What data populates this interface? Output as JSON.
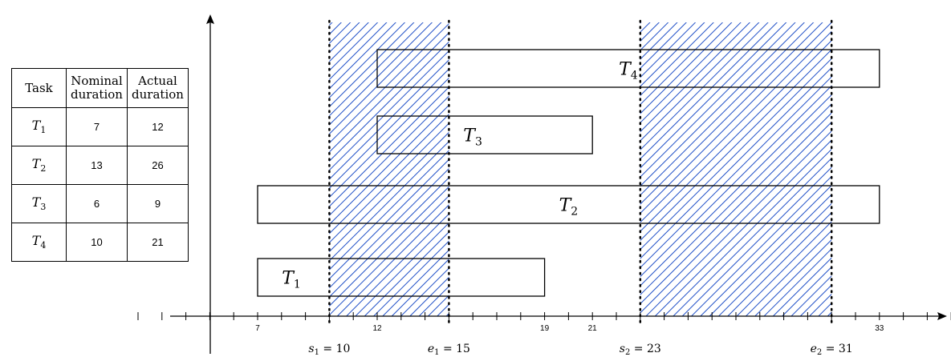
{
  "table": {
    "headers": [
      "Task",
      "Nominal duration",
      "Actual duration"
    ],
    "rows": [
      {
        "task": "T",
        "sub": "1",
        "nominal": "7",
        "actual": "12"
      },
      {
        "task": "T",
        "sub": "2",
        "nominal": "13",
        "actual": "26"
      },
      {
        "task": "T",
        "sub": "3",
        "nominal": "6",
        "actual": "9"
      },
      {
        "task": "T",
        "sub": "4",
        "nominal": "10",
        "actual": "21"
      }
    ]
  },
  "timeline": {
    "tick_labels": [
      7,
      12,
      19,
      21,
      33
    ],
    "bars": [
      {
        "name": "T",
        "sub": "1",
        "start": 7,
        "end": 19
      },
      {
        "name": "T",
        "sub": "2",
        "start": 7,
        "end": 33
      },
      {
        "name": "T",
        "sub": "3",
        "start": 12,
        "end": 21
      },
      {
        "name": "T",
        "sub": "4",
        "start": 12,
        "end": 33
      }
    ],
    "intervals": [
      {
        "start": 10,
        "end": 15
      },
      {
        "start": 23,
        "end": 31
      }
    ],
    "markers": [
      {
        "var": "s",
        "sub": "1",
        "value": 10
      },
      {
        "var": "e",
        "sub": "1",
        "value": 15
      },
      {
        "var": "s",
        "sub": "2",
        "value": 23
      },
      {
        "var": "e",
        "sub": "2",
        "value": 31
      }
    ],
    "colors": {
      "hatch": "#1f4fc7",
      "axis": "#000000"
    }
  }
}
